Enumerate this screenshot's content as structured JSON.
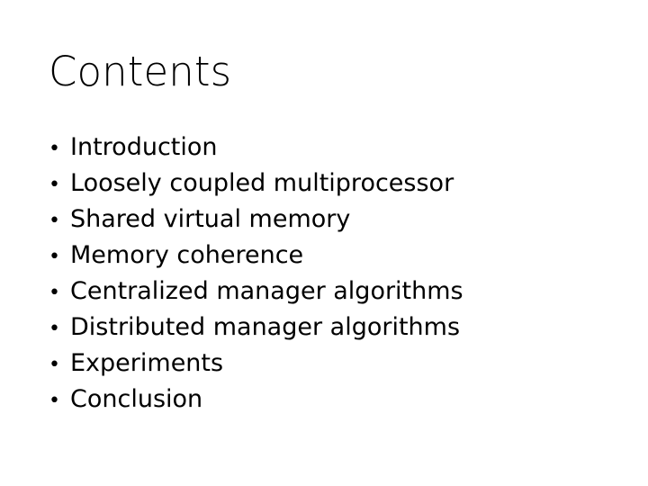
{
  "slide": {
    "title": "Contents",
    "background_color": "#ffffff",
    "text_color": "#000000",
    "bullet_marker": "•",
    "bullets": [
      {
        "label": "Introduction"
      },
      {
        "label": "Loosely coupled multiprocessor"
      },
      {
        "label": "Shared virtual memory"
      },
      {
        "label": "Memory coherence"
      },
      {
        "label": "Centralized manager algorithms"
      },
      {
        "label": "Distributed manager algorithms"
      },
      {
        "label": "Experiments"
      },
      {
        "label": "Conclusion"
      }
    ]
  }
}
